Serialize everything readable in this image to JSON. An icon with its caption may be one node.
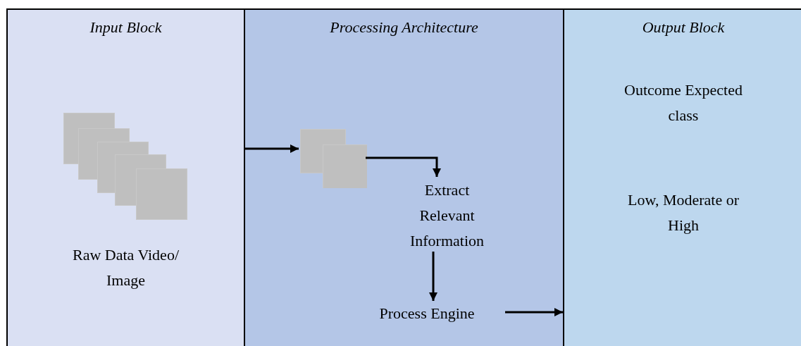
{
  "diagram": {
    "nodes": [
      {
        "text": [
          "Input Block",
          "Raw Data Video/ Image"
        ]
      },
      {
        "text": [
          "Processing Architecture"
        ]
      },
      {
        "text": [],
        "shape": "box",
        "in": 1
      },
      {
        "text": [
          "Extract Relevant Information"
        ],
        "in": 1
      },
      {
        "text": [
          "Process Engine"
        ],
        "in": 1
      },
      {
        "text": [
          "Output Block",
          "Outcome Expected class",
          "Low, Moderate or High"
        ]
      }
    ],
    "edges": [
      {
        "from": 0,
        "to": 2,
        "arrow": "to"
      },
      {
        "from": 2,
        "to": 3,
        "arrow": "to"
      },
      {
        "from": 3,
        "to": 4,
        "arrow": "to"
      },
      {
        "from": 4,
        "to": 5,
        "arrow": "to"
      }
    ]
  }
}
